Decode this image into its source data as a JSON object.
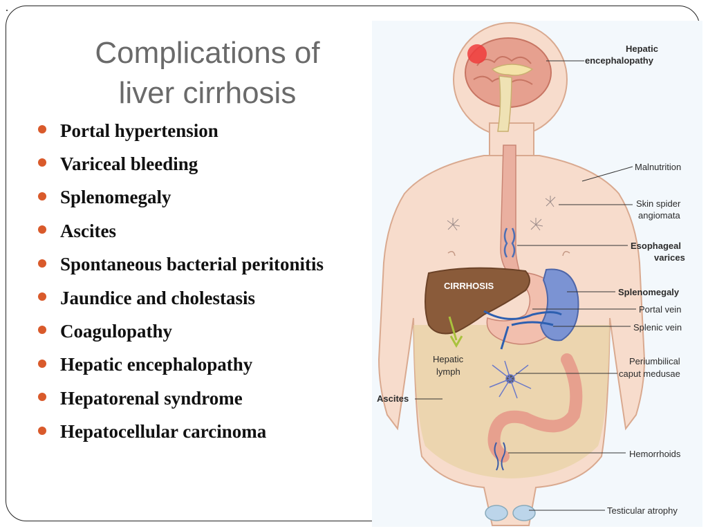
{
  "slide": {
    "title_line1": "Complications of",
    "title_line2": "liver cirrhosis",
    "bullet_color": "#d95a2b",
    "bullets": [
      "Portal hypertension",
      "Variceal bleeding",
      "Splenomegaly",
      "Ascites",
      "Spontaneous bacterial peritonitis",
      "Jaundice and cholestasis",
      "Coagulopathy",
      "Hepatic encephalopathy",
      "Hepatorenal syndrome",
      "Hepatocellular carcinoma"
    ]
  },
  "figure": {
    "liver_label": "CIRRHOSIS",
    "hepatic_lymph": [
      "Hepatic",
      "lymph"
    ],
    "ascites": "Ascites",
    "labels": {
      "hepatic_encephalopathy": [
        "Hepatic",
        "encephalopathy"
      ],
      "malnutrition": "Malnutrition",
      "skin_spider": [
        "Skin spider",
        "angiomata"
      ],
      "esophageal_varices": [
        "Esophageal",
        "varices"
      ],
      "splenomegaly": "Splenomegaly",
      "portal_vein": "Portal vein",
      "splenic_vein": "Splenic vein",
      "caput_medusae": [
        "Periumbilical",
        "caput medusae"
      ],
      "hemorrhoids": "Hemorrhoids",
      "testicular_atrophy": "Testicular atrophy"
    }
  }
}
